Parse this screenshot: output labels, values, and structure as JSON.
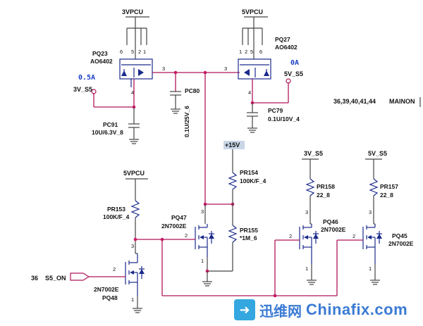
{
  "rails": {
    "top_left": "3VPCU",
    "top_right": "5VPCU",
    "mid_left": "5VPCU",
    "v15": "+15V",
    "v3_s5_left": "3V_S5",
    "v5_s5_right": "5V_S5",
    "r158_rail": "3V_S5",
    "r157_rail": "5V_S5"
  },
  "currents": {
    "left": "0.5A",
    "right": "0A"
  },
  "components": {
    "pq23_ref": "PQ23",
    "pq23_val": "AO6402",
    "pq27_ref": "PQ27",
    "pq27_val": "AO6402",
    "pc80_ref": "PC80",
    "pc80_val": "0.1U/25V_6",
    "pc91_ref": "PC91",
    "pc91_val": "10U/6.3V_8",
    "pc79_ref": "PC79",
    "pc79_val": "0.1U/10V_4",
    "pr154_ref": "PR154",
    "pr154_val": "100K/F_4",
    "pr155_ref": "PR155",
    "pr155_val": "*1M_6",
    "pr153_ref": "PR153",
    "pr153_val": "100K/F_4",
    "pr158_ref": "PR158",
    "pr158_val": "22_8",
    "pr157_ref": "PR157",
    "pr157_val": "22_8",
    "pq47_ref": "PQ47",
    "pq47_val": "2N7002E",
    "pq46_ref": "PQ46",
    "pq46_val": "2N7002E",
    "pq45_ref": "PQ45",
    "pq45_val": "2N7002E",
    "pq48_ref": "PQ48",
    "pq48_val": "2N7002E"
  },
  "pins": {
    "p1": "1",
    "p2": "2",
    "p3": "3",
    "p4": "4",
    "p5": "5",
    "p6": "6"
  },
  "signals": {
    "s5_on_page": "36",
    "s5_on": "S5_ON",
    "mainon_pages": "36,39,40,41,44",
    "mainon": "MAINON"
  },
  "watermark": {
    "cn": "迅维网",
    "en": "Chinafix.com",
    "icon": "arrow-logo-icon"
  }
}
